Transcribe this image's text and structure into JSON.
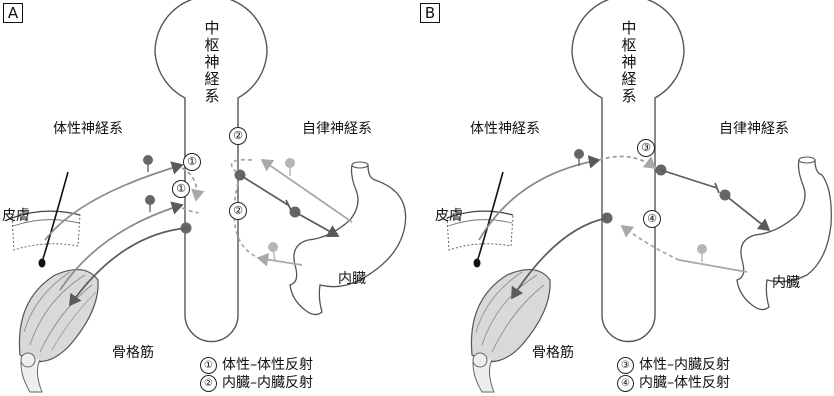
{
  "panels": {
    "a": {
      "label": "A",
      "cns": "中枢神経系",
      "somatic": "体性神経系",
      "autonomic": "自律神経系",
      "skin": "皮膚",
      "muscle": "骨格筋",
      "viscera": "内臓",
      "markers": [
        "①",
        "①",
        "②",
        "②"
      ],
      "legend": [
        {
          "num": "①",
          "text": "体性–体性反射"
        },
        {
          "num": "②",
          "text": "内臓–内臓反射"
        }
      ]
    },
    "b": {
      "label": "B",
      "cns": "中枢神経系",
      "somatic": "体性神経系",
      "autonomic": "自律神経系",
      "skin": "皮膚",
      "muscle": "骨格筋",
      "viscera": "内臓",
      "markers": [
        "③",
        "④"
      ],
      "legend": [
        {
          "num": "③",
          "text": "体性–内臓反射"
        },
        {
          "num": "④",
          "text": "内臓–体性反射"
        }
      ]
    }
  },
  "colors": {
    "dark_nerve": "#5a5a5a",
    "light_nerve": "#a8a8a8",
    "node_dark": "#666666",
    "node_light": "#b5b5b5",
    "outline": "#555555",
    "organ_fill": "#ffffff",
    "muscle_fill": "#d8d8d8"
  }
}
